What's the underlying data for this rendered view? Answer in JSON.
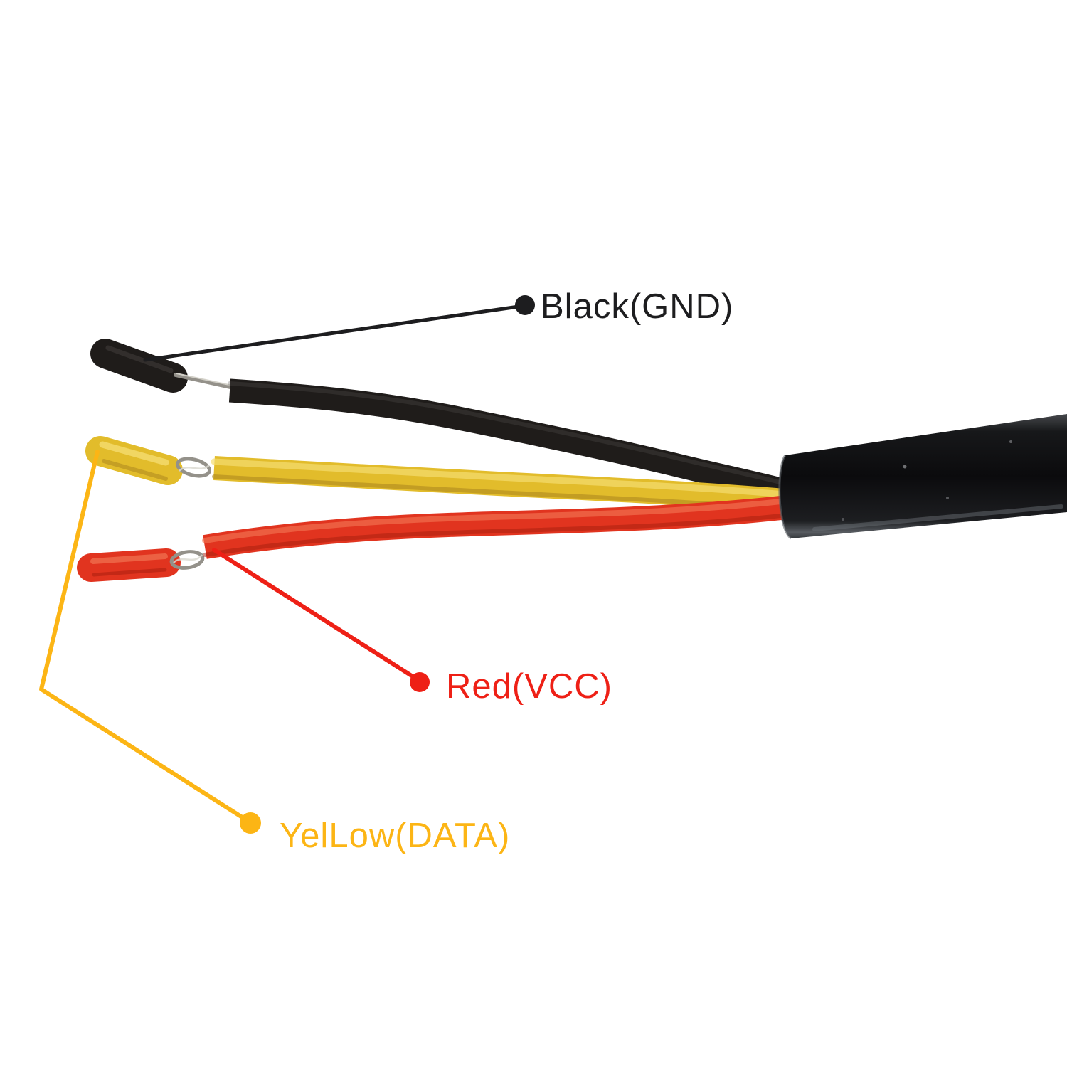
{
  "scene": {
    "background_color": "#ffffff",
    "description": "Three-wire cable breakout photo-diagram: black, yellow and red leads with stripped tinned ends emerging from a black cable jacket, annotated with color-coded callout labels"
  },
  "callouts": {
    "black": {
      "label": "Black(GND)",
      "color": "#1d1d1f"
    },
    "red": {
      "label": "Red(VCC)",
      "color": "#ee2016"
    },
    "yellow": {
      "label": "YelLow(DATA)",
      "color": "#fcb515"
    }
  },
  "wires": {
    "sheath": {
      "base": "#0b0b0d",
      "edge_top": "#46484c",
      "edge_bottom": "#585c61"
    },
    "black": {
      "base": "#1f1c1a",
      "highlight": "#565250"
    },
    "yellow": {
      "base": "#e2bc2b",
      "highlight": "#f5dd70",
      "shadow": "#a9831e"
    },
    "red": {
      "base": "#e1341f",
      "highlight": "#f37a57",
      "shadow": "#a61d0e"
    },
    "conductor": {
      "base": "#94918a",
      "highlight": "#dcdad2"
    }
  }
}
